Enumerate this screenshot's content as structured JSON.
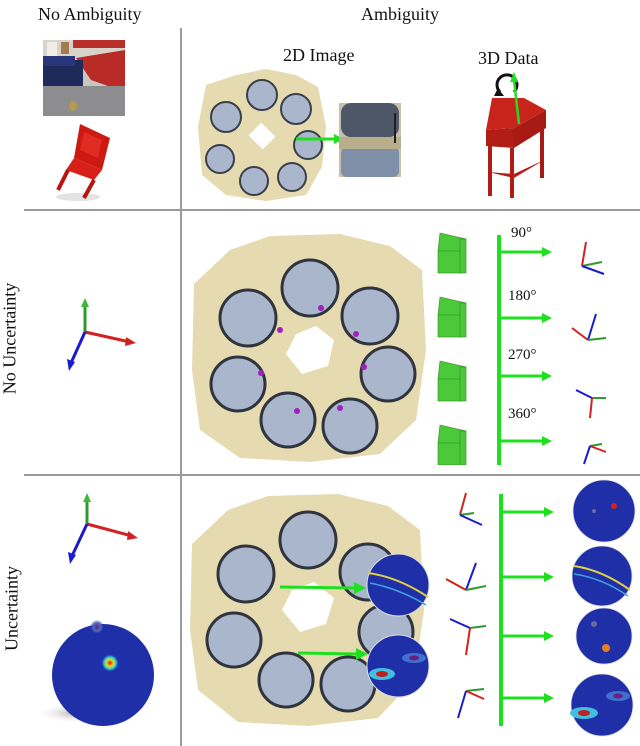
{
  "figure": {
    "column_headers": {
      "no_ambiguity": "No Ambiguity",
      "ambiguity": "Ambiguity"
    },
    "sub_headers": {
      "image_2d": "2D Image",
      "data_3d": "3D Data"
    },
    "row_labels": {
      "no_uncertainty": "No Uncertainty",
      "uncertainty": "Uncertainty"
    },
    "rotation_angles": [
      "90°",
      "180°",
      "270°",
      "360°"
    ],
    "colors": {
      "grid_line": "#9a9a9a",
      "arrow_green": "#1fe01f",
      "axis_red": "#d42020",
      "axis_green": "#2e9a2e",
      "axis_blue": "#1a1ad0",
      "furniture_red": "#c8241c",
      "furniture_green": "#4cc93a",
      "floor_beige": "#e6dab0",
      "chair_blue": "#a9b6cc",
      "heatmap_bg": "#1f2fa8"
    }
  }
}
